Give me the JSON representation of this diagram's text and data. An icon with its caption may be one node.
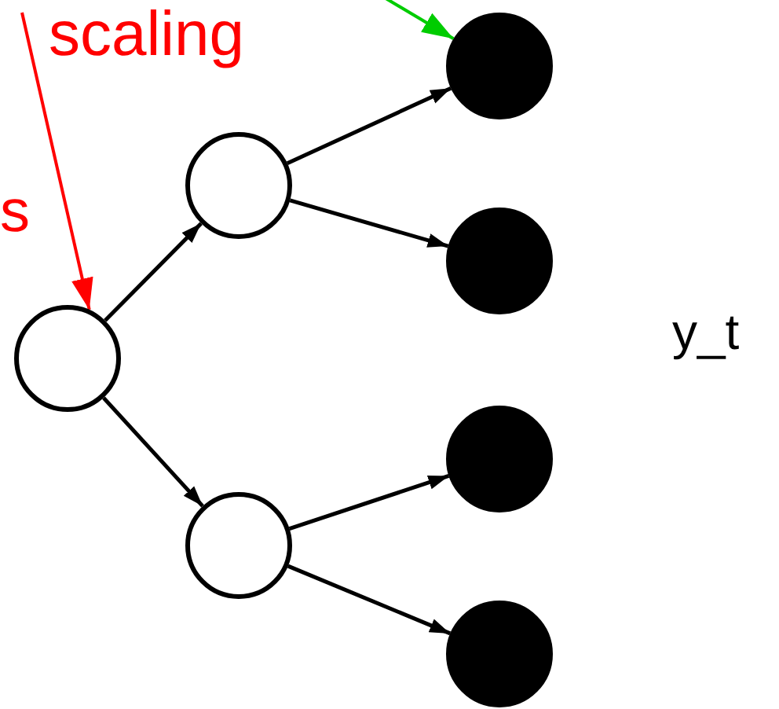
{
  "diagram": {
    "nodes": [
      {
        "text": [],
        "shape": "circle"
      },
      {
        "text": [],
        "shape": "circle"
      },
      {
        "text": [],
        "shape": "circle"
      },
      {
        "text": [],
        "shape": "circle"
      },
      {
        "text": [],
        "shape": "circle"
      },
      {
        "text": [],
        "shape": "circle"
      },
      {
        "text": [],
        "shape": "circle"
      }
    ],
    "edges": [
      {
        "from": 0,
        "to": 1,
        "arrow": "to"
      },
      {
        "from": 0,
        "to": 2,
        "arrow": "to"
      },
      {
        "from": 1,
        "to": 3,
        "arrow": "to"
      },
      {
        "from": 1,
        "to": 4,
        "arrow": "to"
      },
      {
        "from": 2,
        "to": 5,
        "arrow": "to"
      },
      {
        "from": 2,
        "to": 6,
        "arrow": "to"
      },
      {
        "from": null,
        "to": 0,
        "arrow": "to",
        "color": "#ff0000"
      },
      {
        "from": null,
        "to": 3,
        "arrow": "to",
        "color": "#00cc00"
      }
    ],
    "labels": [
      "scaling",
      "s",
      "y_t"
    ]
  }
}
